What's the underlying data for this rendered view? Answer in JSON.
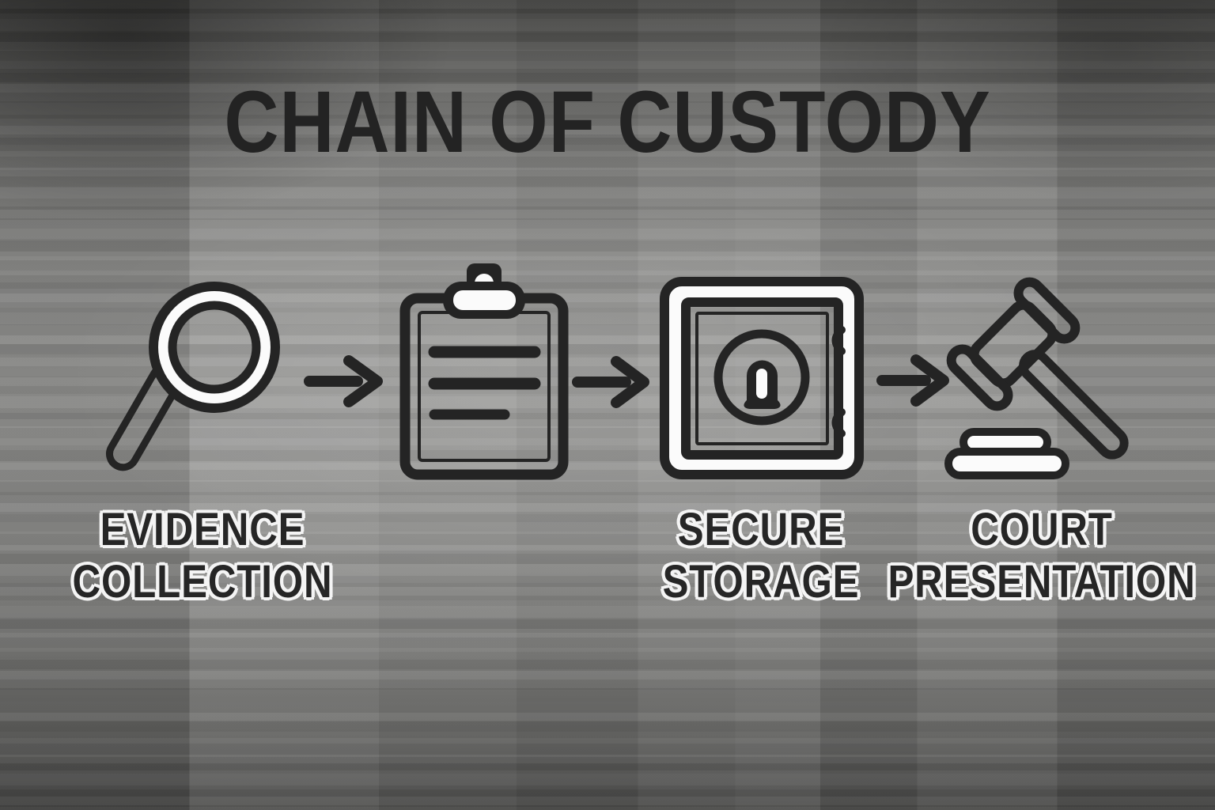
{
  "title": "CHAIN OF CUSTODY",
  "steps": [
    {
      "icon": "magnifying-glass-icon",
      "label_line1": "EVIDENCE",
      "label_line2": "COLLECTION"
    },
    {
      "icon": "clipboard-icon"
    },
    {
      "icon": "safe-icon",
      "label_line1": "SECURE",
      "label_line2": "STORAGE"
    },
    {
      "icon": "gavel-icon",
      "label_line1": "COURT",
      "label_line2": "PRESENTATION"
    }
  ],
  "arrows": [
    "arrow-right-icon",
    "arrow-right-icon",
    "arrow-right-icon"
  ],
  "colors": {
    "icon_stroke": "#242424",
    "icon_fill": "#fbfbfb",
    "title_text": "#232323",
    "label_text": "#262626",
    "label_halo": "#f4f4f4",
    "background_mid": "#8d8d8b"
  }
}
